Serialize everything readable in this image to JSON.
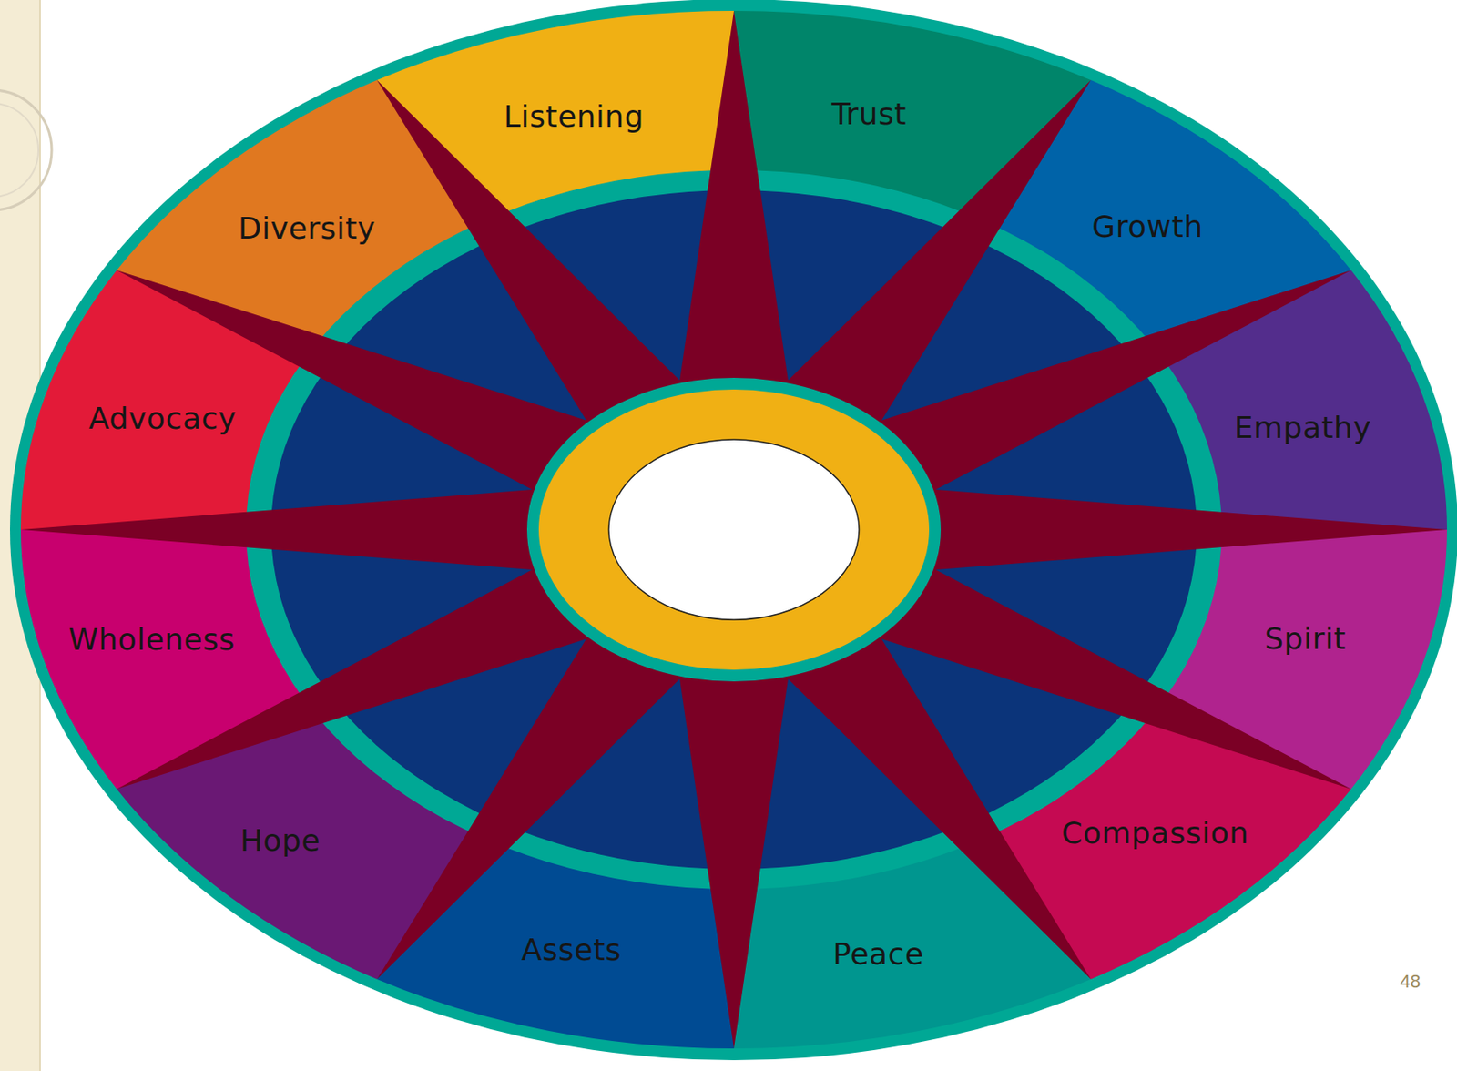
{
  "diagram": {
    "nodes": [
      {
        "text": [
          "Listening"
        ]
      },
      {
        "text": [
          "Trust"
        ]
      },
      {
        "text": [
          "Growth"
        ]
      },
      {
        "text": [
          "Empathy"
        ]
      },
      {
        "text": [
          "Spirit"
        ]
      },
      {
        "text": [
          "Compassion"
        ]
      },
      {
        "text": [
          "Peace"
        ]
      },
      {
        "text": [
          "Assets"
        ]
      },
      {
        "text": [
          "Hope"
        ]
      },
      {
        "text": [
          "Wholeness"
        ]
      },
      {
        "text": [
          "Advocacy"
        ]
      },
      {
        "text": [
          "Diversity"
        ]
      }
    ],
    "labels": [
      "48"
    ]
  }
}
